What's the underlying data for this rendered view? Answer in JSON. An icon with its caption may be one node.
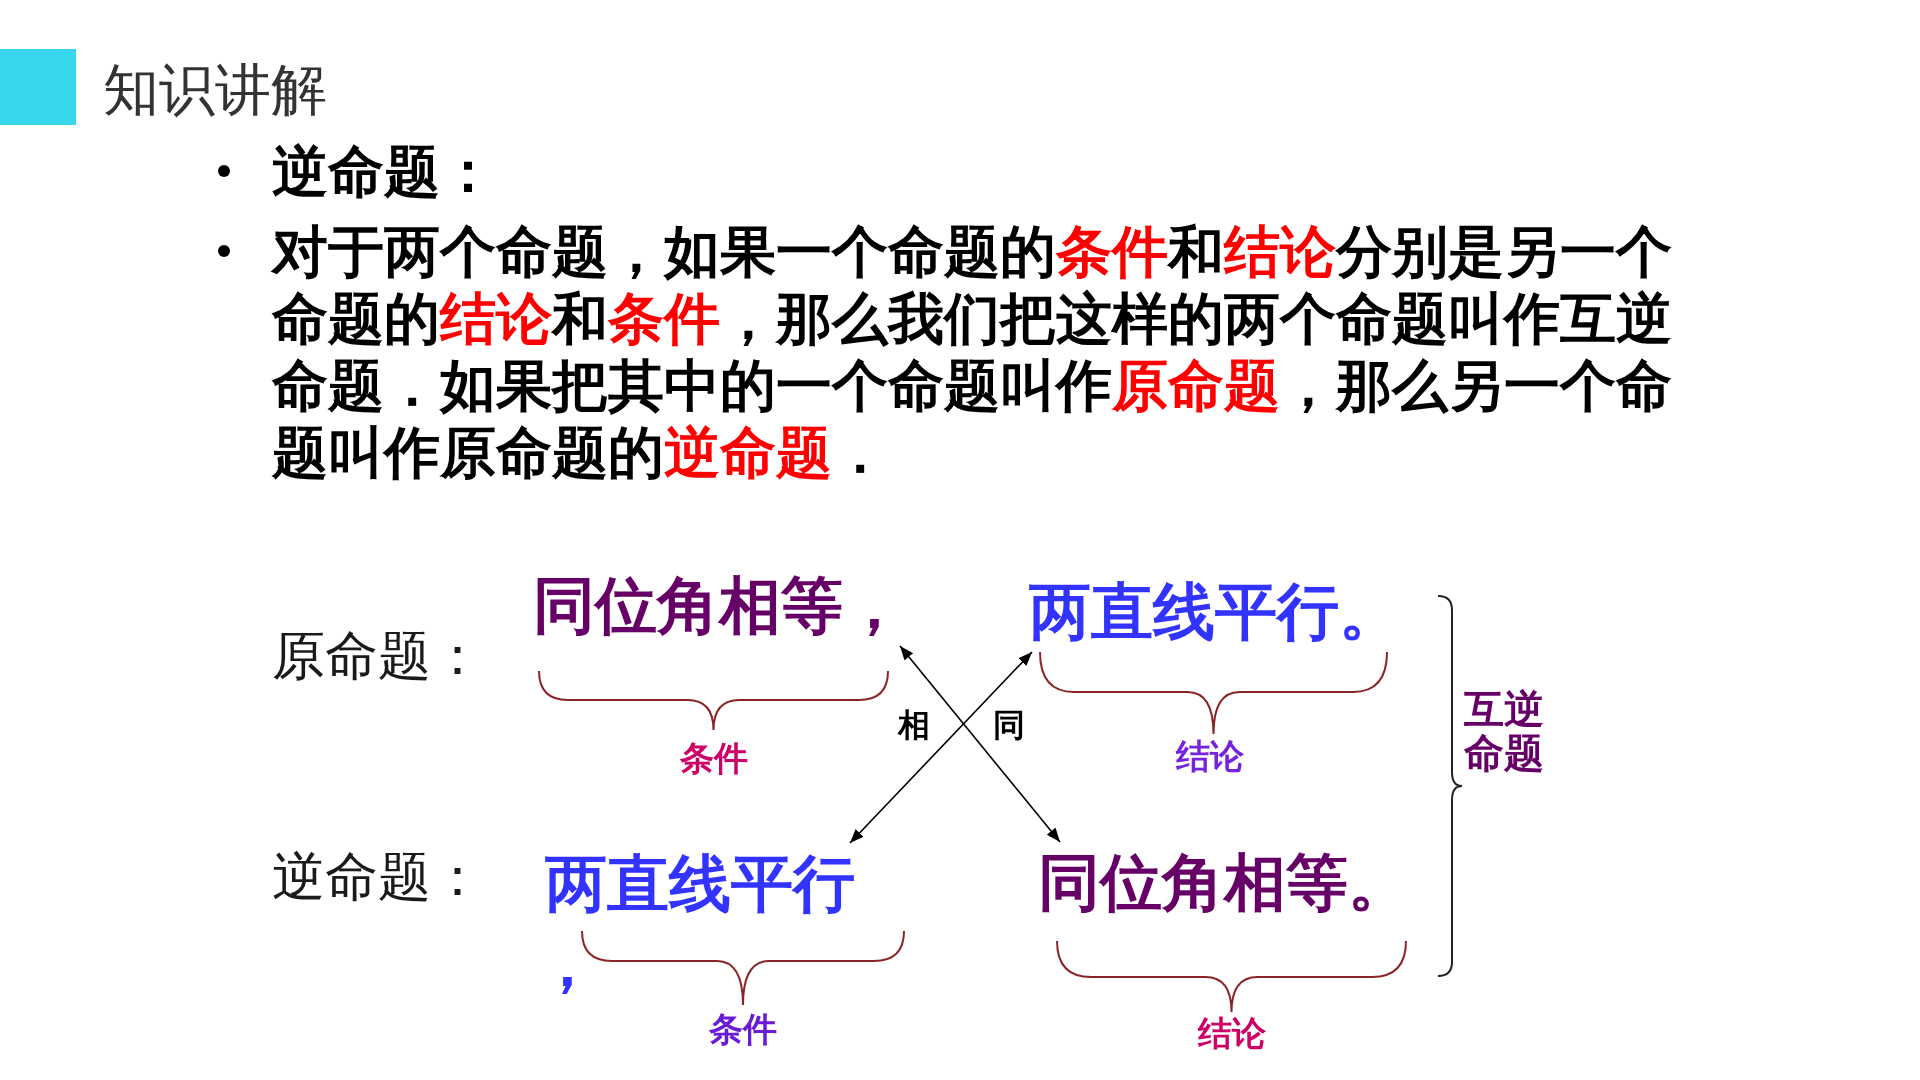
{
  "diagram": {
    "title": "知识讲解",
    "nodes": [
      {
        "text": [
          "同位角相等，"
        ],
        "beside": [
          "条件"
        ]
      },
      {
        "text": [
          "两直线平行。"
        ],
        "beside": [
          "结论"
        ]
      },
      {
        "text": [
          "两直线平行"
        ],
        "beside": [
          "条件"
        ]
      },
      {
        "text": [
          "同位角相等。"
        ],
        "beside": [
          "结论"
        ]
      }
    ],
    "edges": [
      {
        "from": 0,
        "to": 3,
        "arrow": "both"
      },
      {
        "from": 1,
        "to": 2,
        "arrow": "both"
      }
    ],
    "labels": [
      "逆命题：",
      "对于两个命题，如果一个命题的**条件**和**结论**分别是另一个命题的**结论**和**条件**，那么我们把这样的两个命题叫作互逆命题．如果把其中的一个命题叫作**原命题**，那么另一个命题叫作原命题的**逆命题**．",
      "原命题：",
      "互逆命题",
      "相",
      "同",
      "逆命题：",
      "，"
    ]
  }
}
